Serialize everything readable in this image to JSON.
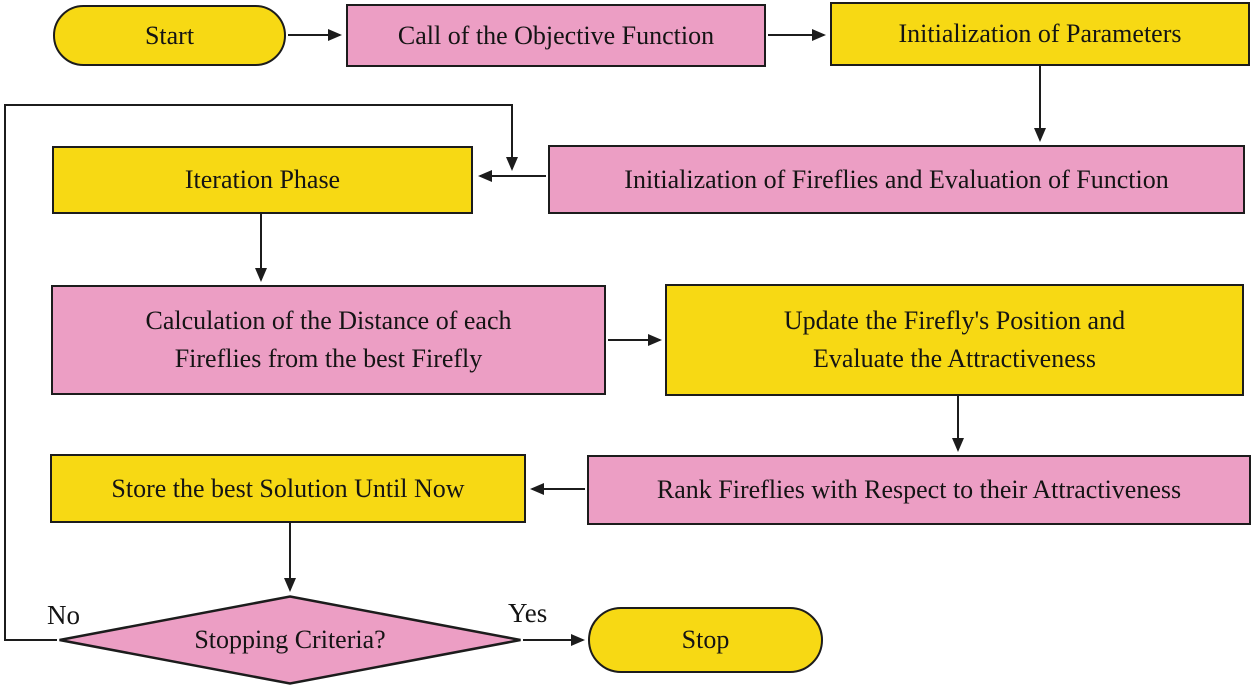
{
  "diagram": {
    "description": "Flowchart of the Firefly Algorithm",
    "colors": {
      "node_yellow": "#f7d914",
      "node_pink": "#ec9ec4",
      "line": "#1c1c1c",
      "text": "#141414",
      "background": "#ffffff"
    },
    "nodes": [
      {
        "id": "start",
        "shape": "stadium",
        "color": "yellow",
        "label": "Start"
      },
      {
        "id": "call-objective",
        "shape": "rect",
        "color": "pink",
        "label": "Call of the Objective Function"
      },
      {
        "id": "init-parameters",
        "shape": "rect",
        "color": "yellow",
        "label": "Initialization of Parameters"
      },
      {
        "id": "init-fireflies",
        "shape": "rect",
        "color": "pink",
        "label": "Initialization of Fireflies and Evaluation of Function"
      },
      {
        "id": "iteration-phase",
        "shape": "rect",
        "color": "yellow",
        "label": "Iteration Phase"
      },
      {
        "id": "calc-distance",
        "shape": "rect",
        "color": "pink",
        "label": "Calculation of the Distance of each\nFireflies from the best Firefly"
      },
      {
        "id": "update-position",
        "shape": "rect",
        "color": "yellow",
        "label": "Update the Firefly's Position and\nEvaluate the Attractiveness"
      },
      {
        "id": "rank-fireflies",
        "shape": "rect",
        "color": "pink",
        "label": "Rank Fireflies with Respect to their Attractiveness"
      },
      {
        "id": "store-best",
        "shape": "rect",
        "color": "yellow",
        "label": "Store the best Solution Until Now"
      },
      {
        "id": "stopping-criteria",
        "shape": "diamond",
        "color": "pink",
        "label": "Stopping Criteria?"
      },
      {
        "id": "stop",
        "shape": "stadium",
        "color": "yellow",
        "label": "Stop"
      }
    ],
    "edge_labels": {
      "no": "No",
      "yes": "Yes"
    }
  }
}
